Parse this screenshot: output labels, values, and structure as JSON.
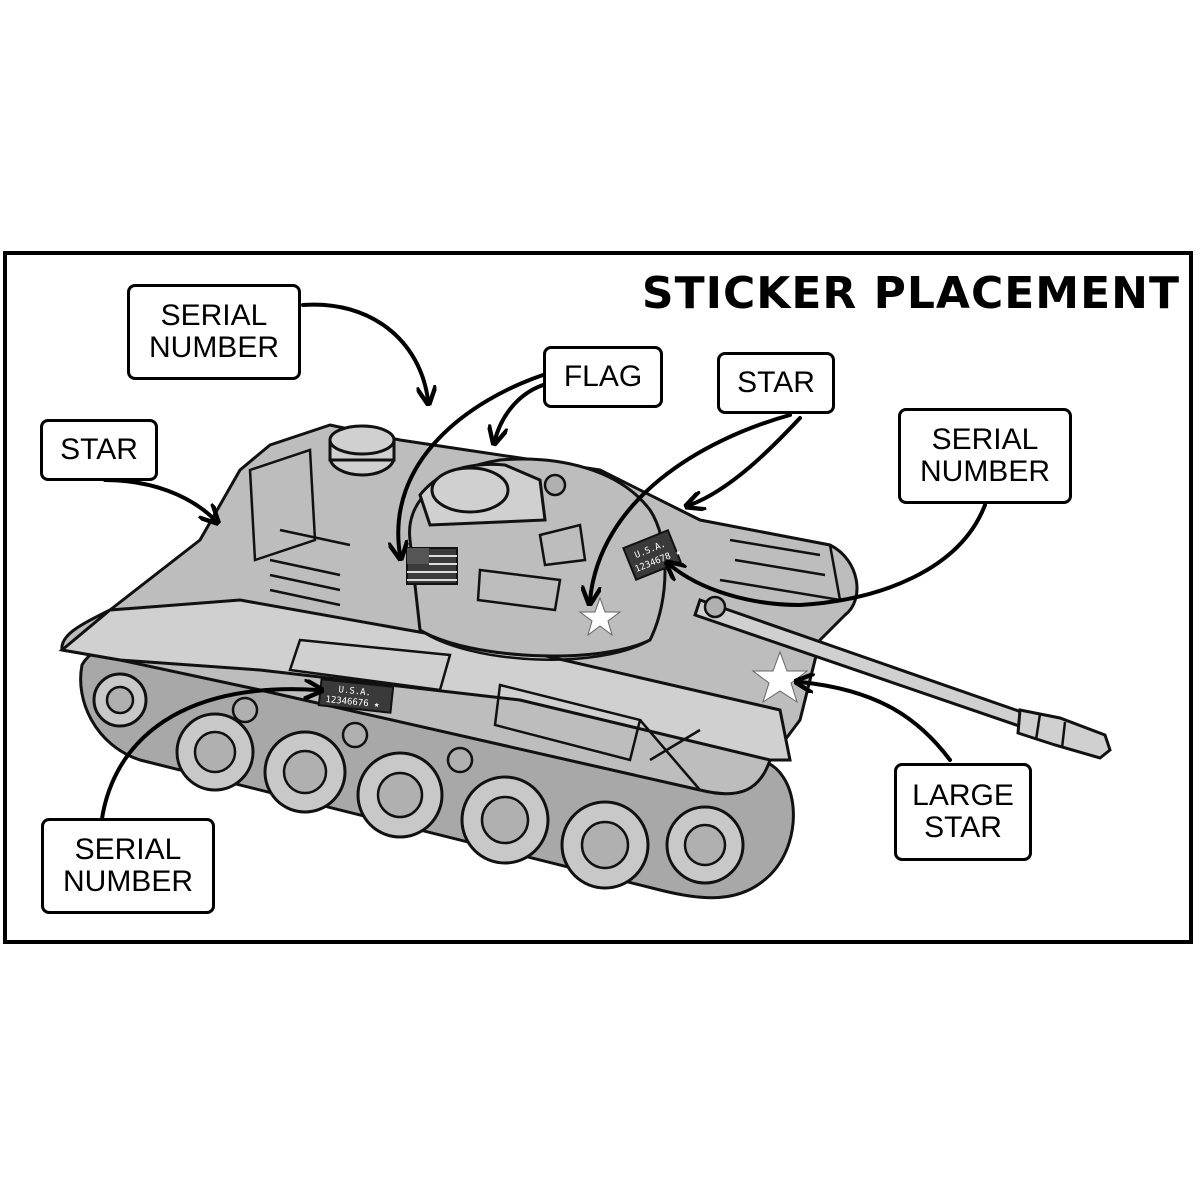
{
  "title": "STICKER PLACEMENT",
  "callouts": [
    {
      "id": "serial-top-left",
      "line1": "SERIAL",
      "line2": "NUMBER"
    },
    {
      "id": "star-left",
      "line1": "STAR"
    },
    {
      "id": "flag",
      "line1": "FLAG"
    },
    {
      "id": "star-top",
      "line1": "STAR"
    },
    {
      "id": "serial-right",
      "line1": "SERIAL",
      "line2": "NUMBER"
    },
    {
      "id": "large-star",
      "line1": "LARGE",
      "line2": "STAR"
    },
    {
      "id": "serial-bottom-left",
      "line1": "SERIAL",
      "line2": "NUMBER"
    }
  ],
  "stickers": {
    "hull_serial_line1": "U.S.A.",
    "hull_serial_line2": "12346676 ★",
    "turret_serial_line1": "U.S.A.",
    "turret_serial_line2": "1234678 ★"
  },
  "colors": {
    "ink": "#000000",
    "tank_fill": "#bdbdbd",
    "background": "#ffffff",
    "sticker_fill": "#3a3a3a"
  }
}
